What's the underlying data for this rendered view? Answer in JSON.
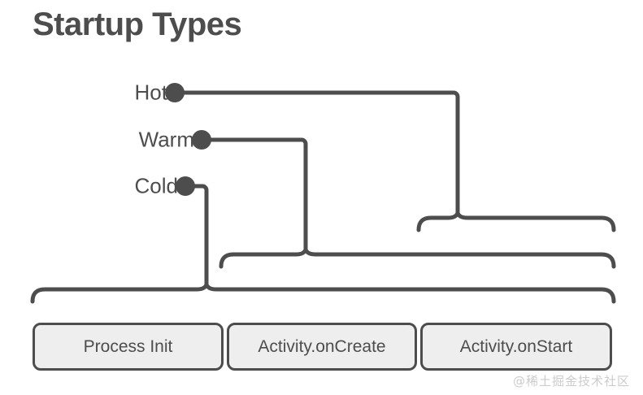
{
  "title": "Startup Types",
  "colors": {
    "ink": "#4d4d4d",
    "box_fill": "#eeeeee",
    "background": "#ffffff",
    "watermark": "#cccccc"
  },
  "startup_types": [
    {
      "id": "hot",
      "label": "Hot"
    },
    {
      "id": "warm",
      "label": "Warm"
    },
    {
      "id": "cold",
      "label": "Cold"
    }
  ],
  "phases": [
    {
      "id": "process-init",
      "label": "Process Init"
    },
    {
      "id": "activity-oncreate",
      "label": "Activity.onCreate"
    },
    {
      "id": "activity-onstart",
      "label": "Activity.onStart"
    }
  ],
  "watermark": "@稀土掘金技术社区",
  "diagram": {
    "type": "bracket-mapping",
    "description": "Each startup type maps via a curly brace to the span of startup phases it performs.",
    "mappings": [
      {
        "type": "Hot",
        "covers": [
          "Activity.onStart"
        ]
      },
      {
        "type": "Warm",
        "covers": [
          "Activity.onCreate",
          "Activity.onStart"
        ]
      },
      {
        "type": "Cold",
        "covers": [
          "Process Init",
          "Activity.onCreate",
          "Activity.onStart"
        ]
      }
    ]
  }
}
